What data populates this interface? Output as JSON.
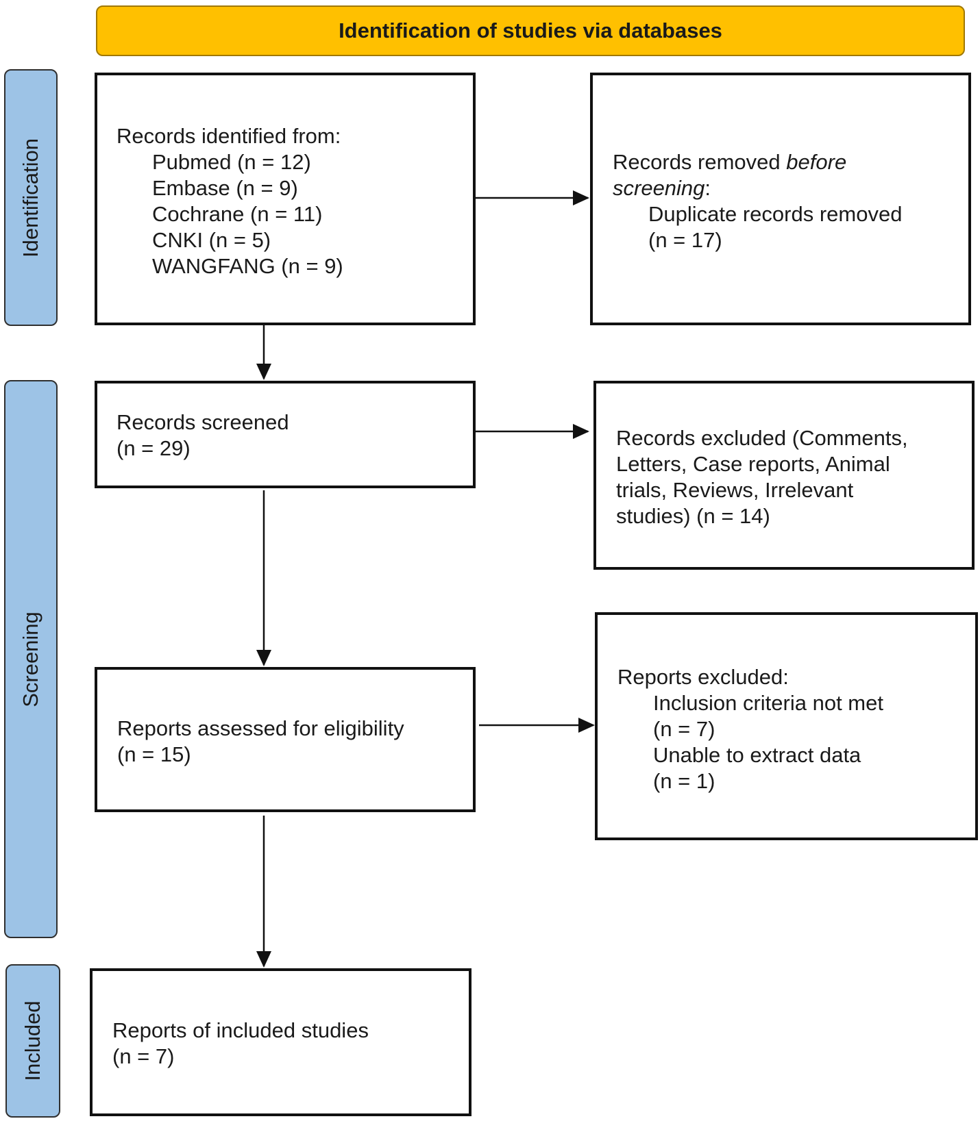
{
  "colors": {
    "header_fill": "#FFC000",
    "stage_fill": "#9DC3E6",
    "box_border": "#111111",
    "arrow": "#111111"
  },
  "header": {
    "title": "Identification of studies via databases"
  },
  "stages": {
    "identification": "Identification",
    "screening": "Screening",
    "included": "Included"
  },
  "boxes": {
    "records_identified": {
      "title": "Records identified from:",
      "sources": [
        "Pubmed (n = 12)",
        "Embase (n = 9)",
        "Cochrane (n = 11)",
        "CNKI (n = 5)",
        "WANGFANG (n = 9)"
      ]
    },
    "records_removed": {
      "title_start": "Records removed ",
      "title_em1": "before",
      "title_em2": "screening",
      "title_end": ":",
      "detail": "Duplicate records removed",
      "count": "(n = 17)"
    },
    "records_screened": {
      "title": "Records screened",
      "count": "(n = 29)"
    },
    "records_excluded": {
      "lines": [
        "Records excluded (Comments,",
        "Letters, Case reports, Animal",
        "trials, Reviews, Irrelevant",
        "studies) (n = 14)"
      ]
    },
    "reports_assessed": {
      "title": "Reports assessed for eligibility",
      "count": "(n = 15)"
    },
    "reports_excluded": {
      "title": "Reports excluded:",
      "reason1": "Inclusion criteria not met",
      "reason1_count": "(n = 7)",
      "reason2": "Unable to extract data",
      "reason2_count": "(n = 1)"
    },
    "reports_included": {
      "title": "Reports of included studies",
      "count": "(n = 7)"
    }
  }
}
